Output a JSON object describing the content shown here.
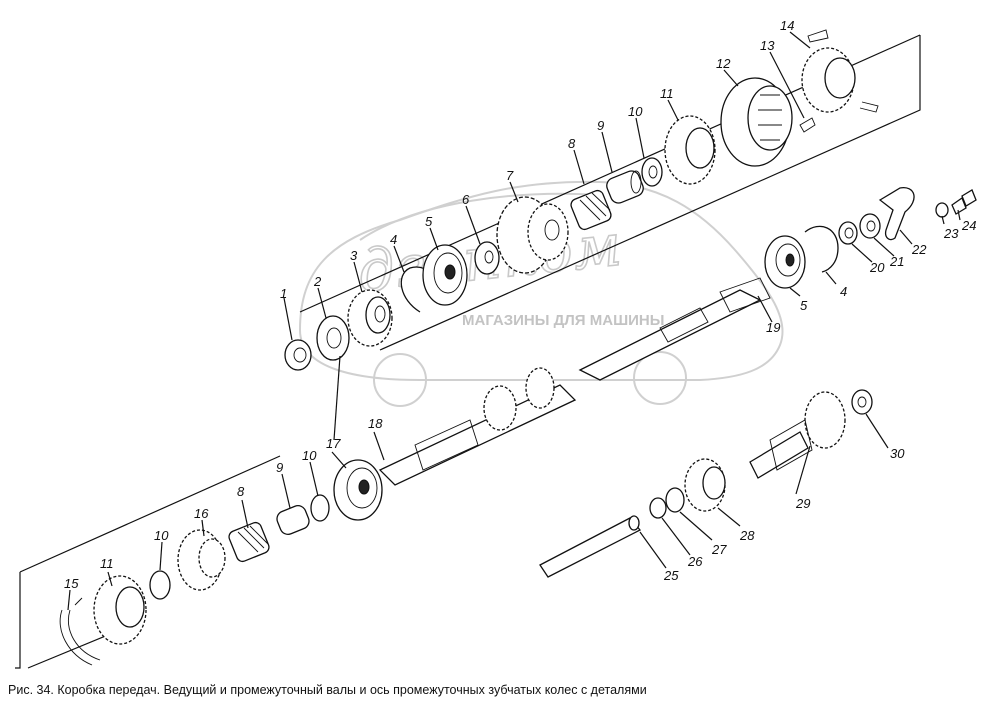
{
  "caption": "Рис. 34. Коробка передач. Ведущий и   промежуточный валы и ось промежуточных   зубчатых   колес   с деталями",
  "watermark": {
    "brand": "дзенком",
    "tagline": "МАГАЗИНЫ ДЛЯ МАШИНЫ"
  },
  "labels": {
    "l1": "1",
    "l2": "2",
    "l3": "3",
    "l4a": "4",
    "l5a": "5",
    "l6": "6",
    "l7": "7",
    "l8a": "8",
    "l9a": "9",
    "l10a": "10",
    "l11a": "11",
    "l12": "12",
    "l13": "13",
    "l14": "14",
    "l4b": "4",
    "l5b": "5",
    "l19": "19",
    "l20": "20",
    "l21": "21",
    "l22": "22",
    "l23": "23",
    "l24": "24",
    "l18": "18",
    "l17": "17",
    "l10b": "10",
    "l9b": "9",
    "l8b": "8",
    "l16": "16",
    "l10c": "10",
    "l11b": "11",
    "l15": "15",
    "l30": "30",
    "l29": "29",
    "l28": "28",
    "l27": "27",
    "l26": "26",
    "l25": "25"
  }
}
